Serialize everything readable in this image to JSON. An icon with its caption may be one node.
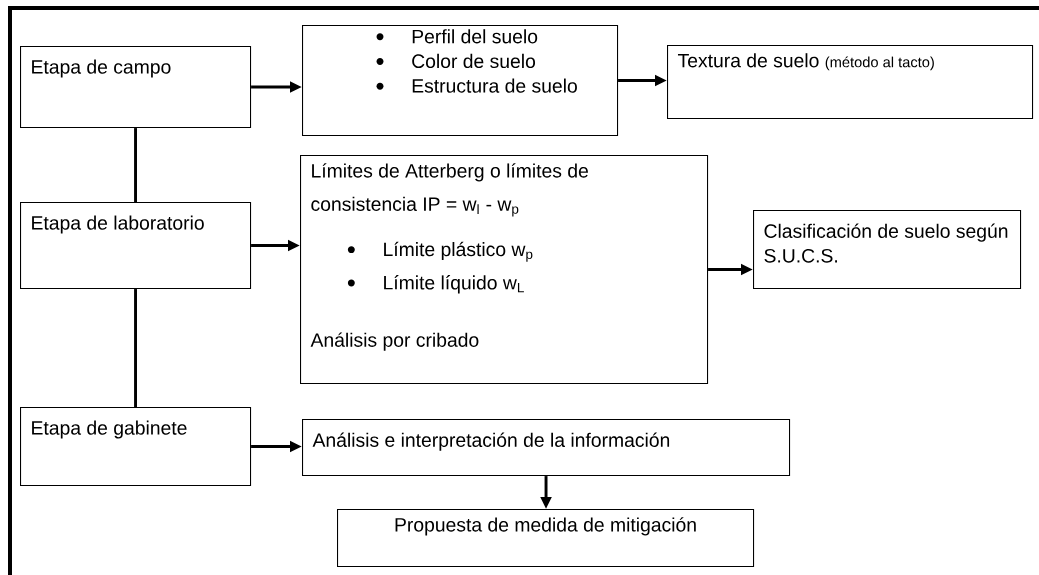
{
  "diagram": {
    "nodes": [
      {
        "text": [
          "Etapa de campo"
        ]
      },
      {
        "text": [
          "Perfil del suelo",
          "Color de suelo",
          "Estructura de suelo"
        ]
      },
      {
        "text": [
          "Textura de suelo",
          "(método al tacto)"
        ]
      },
      {
        "text": [
          "Etapa de laboratorio"
        ]
      },
      {
        "text": [
          "Límites de Atterberg o límites de consistencia  IP = w$_{l}$ - w$_{p}$",
          "Límite plástico w$_{p}$",
          "Límite líquido w$_{L}$",
          "Análisis por cribado"
        ]
      },
      {
        "text": [
          "Clasificación de suelo según S.U.C.S."
        ]
      },
      {
        "text": [
          "Etapa de gabinete"
        ]
      },
      {
        "text": [
          "Análisis e interpretación  de la información"
        ]
      },
      {
        "text": [
          "Propuesta de medida de mitigación"
        ]
      }
    ],
    "edges": [
      {
        "from": 0,
        "to": 1,
        "arrow": "to"
      },
      {
        "from": 1,
        "to": 2,
        "arrow": "to"
      },
      {
        "from": 3,
        "to": 4,
        "arrow": "to"
      },
      {
        "from": 4,
        "to": 5,
        "arrow": "to"
      },
      {
        "from": 6,
        "to": 7,
        "arrow": "to"
      },
      {
        "from": 7,
        "to": 8,
        "arrow": "to"
      },
      {
        "from": 0,
        "to": 3,
        "arrow": "none"
      },
      {
        "from": 3,
        "to": 6,
        "arrow": "none"
      }
    ]
  }
}
